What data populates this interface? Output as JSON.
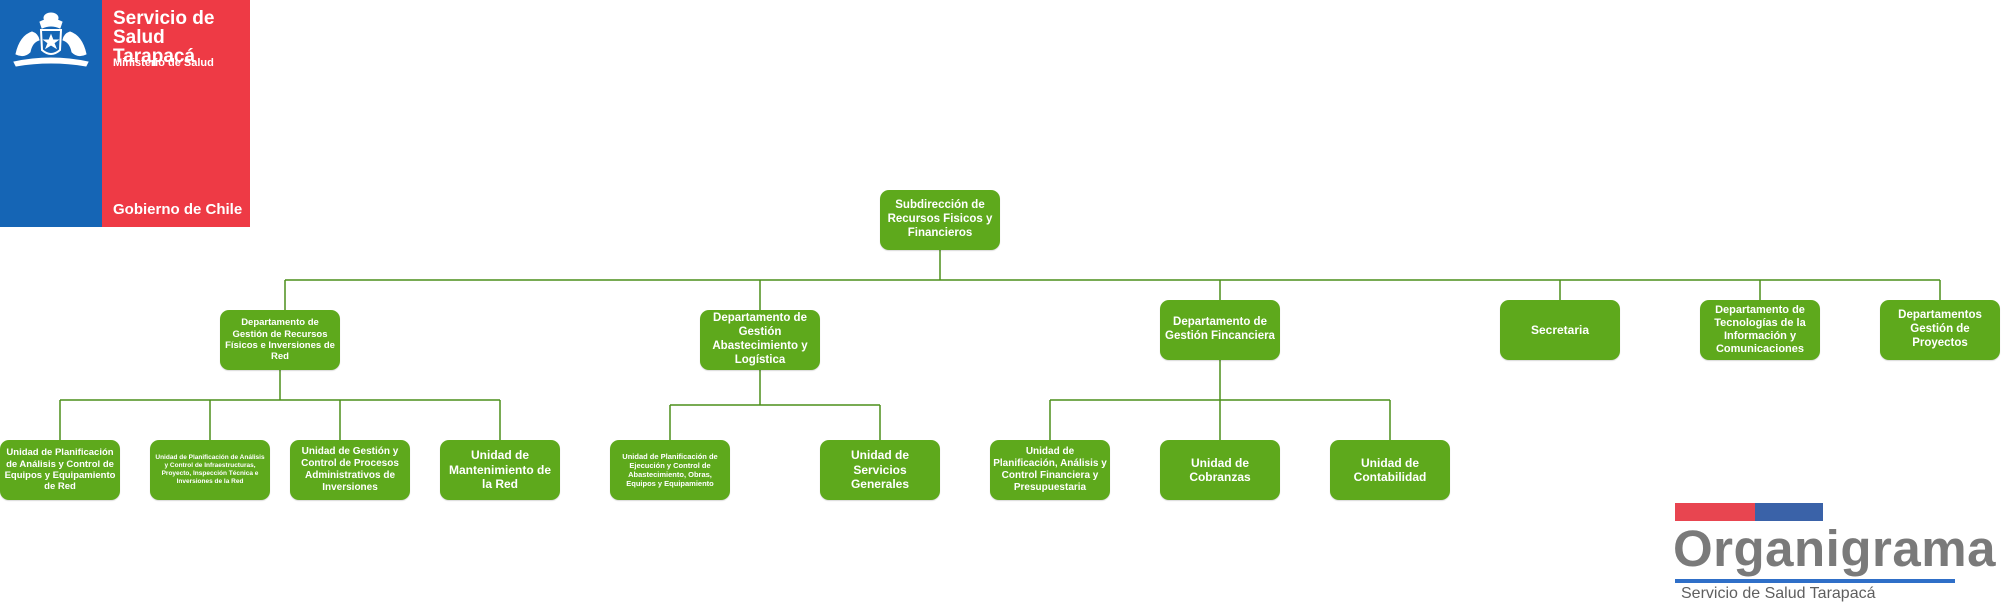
{
  "header": {
    "org_name": "Servicio de Salud Tarapacá",
    "ministry": "Ministerio de Salud",
    "government": "Gobierno de Chile"
  },
  "chart": {
    "root": "Subdirección de Recursos Fisicos y Financieros",
    "departments": [
      "Departamento de Gestión de Recursos Físicos e Inversiones de Red",
      "Departamento de Gestión Abastecimiento y Logística",
      "Departamento de Gestión Fincanciera",
      "Secretaria",
      "Departamento de Tecnologías de la Información y Comunicaciones",
      "Departamentos Gestión de Proyectos"
    ],
    "units_recursos": [
      "Unidad de Planificación de Análisis y Control de Equipos y Equipamiento de Red",
      "Unidad de Planificación de Análisis y Control de Infraestructuras, Proyecto, Inspección Técnica e Inversiones de la Red",
      "Unidad de Gestión y Control de Procesos Administrativos de Inversiones",
      "Unidad de Mantenimiento de la Red"
    ],
    "units_abastecimiento": [
      "Unidad de Planificación de Ejecución y Control de Abastecimiento, Obras, Equipos y Equipamiento",
      "Unidad de Servicios Generales"
    ],
    "units_financiera": [
      "Unidad de Planificación, Análisis y Control Financiera y Presupuestaria",
      "Unidad de Cobranzas",
      "Unidad de Contabilidad"
    ]
  },
  "footer_logo": {
    "title": "Organigrama",
    "subtitle": "Servicio de Salud Tarapacá"
  },
  "colors": {
    "box_green": "#5ea91c",
    "line_green": "#4c8f1a",
    "gov_blue": "#1565b5",
    "gov_red": "#ee3a45"
  }
}
